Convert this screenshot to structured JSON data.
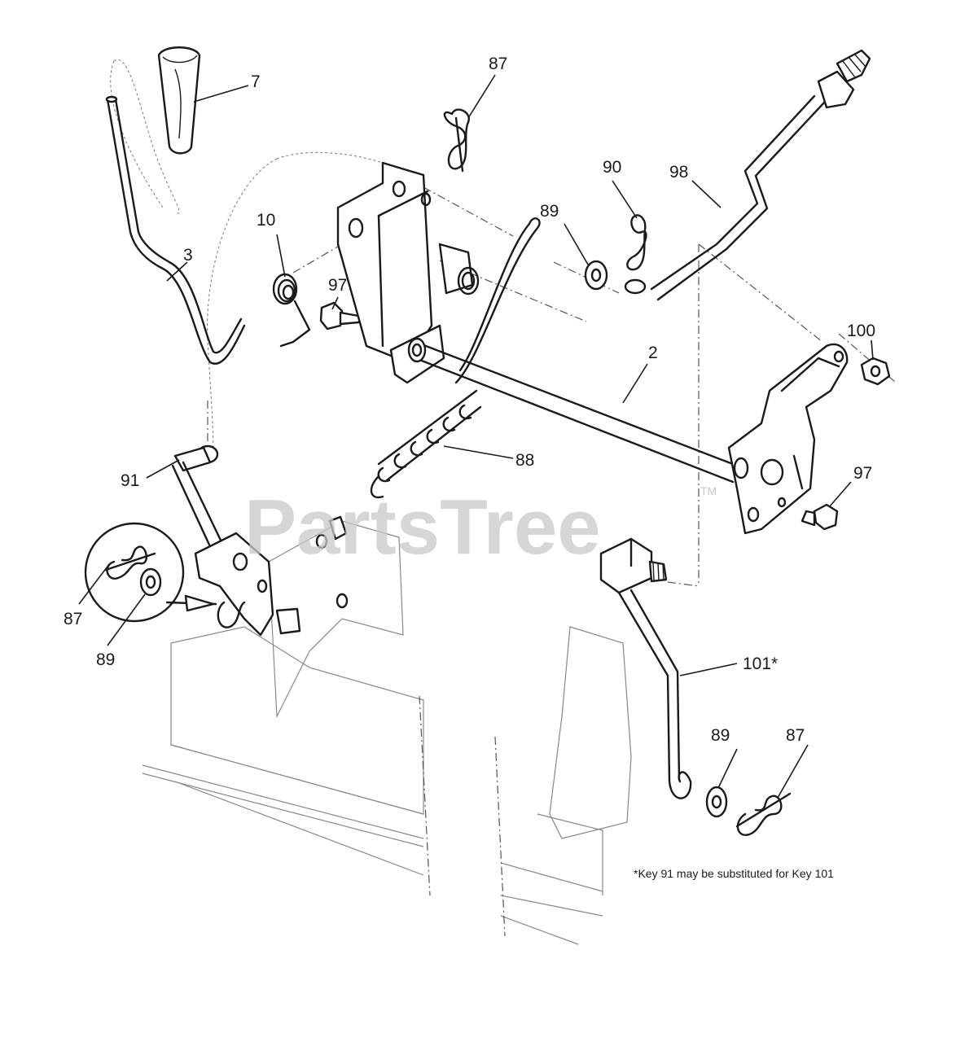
{
  "watermark": {
    "brand": "PartsTree",
    "trademark": "TM"
  },
  "note": "*Key 91 may be substituted for Key 101",
  "callouts": {
    "handle_grip": "7",
    "lift_handle": "3",
    "spring_10": "10",
    "bolt_97_top": "97",
    "hairpin_87_top": "87",
    "washer_89_top": "89",
    "hairpin_90": "90",
    "lift_rod_98": "98",
    "nut_100": "100",
    "shaft_2": "2",
    "spring_88": "88",
    "bolt_97_right": "97",
    "link_91": "91",
    "hairpin_87_inset": "87",
    "washer_89_inset": "89",
    "link_101": "101*",
    "washer_89_bottom": "89",
    "hairpin_87_bottom": "87"
  },
  "colors": {
    "line": "#1a1a1a",
    "watermark": "#c9c9c9",
    "background": "#ffffff"
  }
}
